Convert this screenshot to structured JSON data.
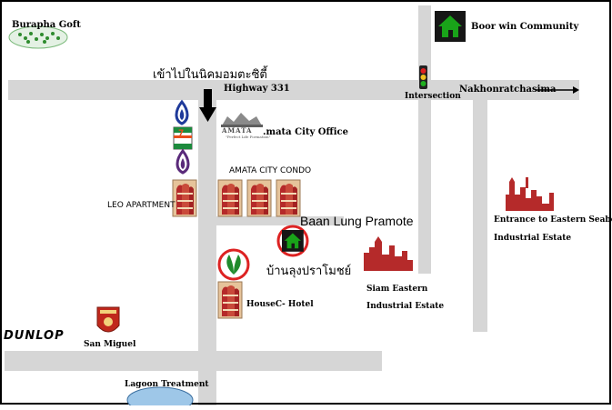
{
  "places": {
    "golf": "Burapha Goft",
    "community": "Boor win Community",
    "entry_thai": "เข้าไปในนิคมอมตะซิตี้",
    "highway": "Highway 331",
    "intersection": "Intersection",
    "nakhon": "Nakhonratchasima",
    "amata_office": ".mata City Office",
    "amata_logo": "AMATA",
    "amata_tagline": "\"Perfect Life Formation\"",
    "condo": "AMATA CITY CONDO",
    "leo": "LEO APARTMENT",
    "baan_en": "Baan Lung Pramote",
    "baan_th": "บ้านลุงปราโมชย์",
    "seaboard_1": "Entrance to Eastern Seaboard",
    "seaboard_2": "Industrial  Estate",
    "siam_1": "Siam Eastern",
    "siam_2": "Industrial Estate",
    "hotel": "HouseC-  Hotel",
    "dunlop": "DUNLOP",
    "san_miguel": "San Miguel",
    "lagoon": "Lagoon Treatment",
    "seven_eleven": "7"
  },
  "colors": {
    "road": "#d6d6d6",
    "building": "#b52a2a",
    "house_green": "#19a319",
    "kbank": "#1f8a2c",
    "lagoon": "#9ec7e8"
  }
}
